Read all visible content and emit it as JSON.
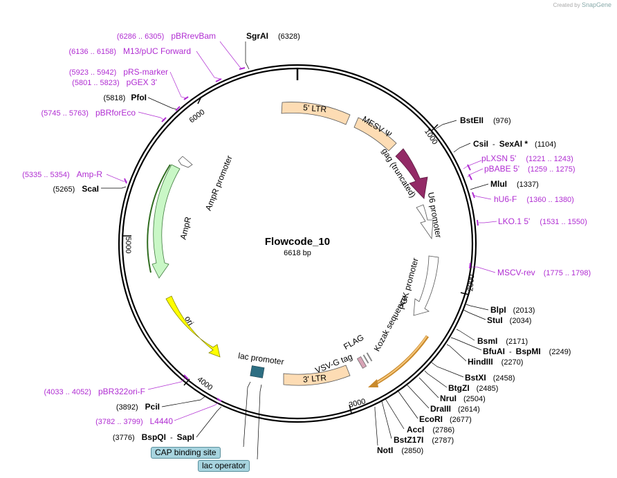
{
  "plasmid": {
    "name": "Flowcode_10",
    "length": "6618 bp"
  },
  "watermark": {
    "created_by": "Created by",
    "brand": "SnapGene"
  },
  "ticks": [
    "1000",
    "2000",
    "3000",
    "4000",
    "5000",
    "6000"
  ],
  "features": {
    "ltr5": "5' LTR",
    "mesv": "MESV Ψ",
    "gag": "gag (truncated)",
    "u6": "U6 promoter",
    "pgk": "PGK promoter",
    "kozak": "Kozak sequence",
    "flag": "FLAG",
    "vsvg": "VSV-G tag",
    "ltr3": "3' LTR",
    "lac_promoter": "lac promoter",
    "ori": "ori",
    "ampr": "AmpR",
    "ampr_promoter": "AmpR promoter"
  },
  "sites": [
    {
      "name": "SgrAI",
      "pos": "(6328)"
    },
    {
      "name": "BstEII",
      "pos": "(976)"
    },
    {
      "name": "CsiI",
      "sep": "-",
      "name2": "SexAI *",
      "pos": "(1104)"
    },
    {
      "name": "MluI",
      "pos": "(1337)"
    },
    {
      "name": "BlpI",
      "pos": "(2013)"
    },
    {
      "name": "StuI",
      "pos": "(2034)"
    },
    {
      "name": "BsmI",
      "pos": "(2171)"
    },
    {
      "name": "BfuAI",
      "sep": "-",
      "name2": "BspMI",
      "pos": "(2249)"
    },
    {
      "name": "HindIII",
      "pos": "(2270)"
    },
    {
      "name": "BstXI",
      "pos": "(2458)"
    },
    {
      "name": "BtgZI",
      "pos": "(2485)"
    },
    {
      "name": "NruI",
      "pos": "(2504)"
    },
    {
      "name": "DraIII",
      "pos": "(2614)"
    },
    {
      "name": "EcoRI",
      "pos": "(2677)"
    },
    {
      "name": "AccI",
      "pos": "(2786)"
    },
    {
      "name": "BstZ17I",
      "pos": "(2787)"
    },
    {
      "name": "NotI",
      "pos": "(2850)"
    },
    {
      "name": "PfoI",
      "pos": "(5818)"
    },
    {
      "name": "ScaI",
      "pos": "(5265)"
    },
    {
      "name": "PciI",
      "pos": "(3892)"
    },
    {
      "name": "BspQI",
      "sep": "-",
      "name2": "SapI",
      "pos": "(3776)"
    }
  ],
  "primers": [
    {
      "name": "pBRrevBam",
      "pos": "(6286 .. 6305)"
    },
    {
      "name": "M13/pUC Forward",
      "pos": "(6136 .. 6158)"
    },
    {
      "name": "pRS-marker",
      "pos": "(5923 .. 5942)"
    },
    {
      "name": "pGEX 3'",
      "pos": "(5801 .. 5823)"
    },
    {
      "name": "pBRforEco",
      "pos": "(5745 .. 5763)"
    },
    {
      "name": "Amp-R",
      "pos": "(5335 .. 5354)"
    },
    {
      "name": "pLXSN 5'",
      "pos": "(1221 .. 1243)"
    },
    {
      "name": "pBABE 5'",
      "pos": "(1259 .. 1275)"
    },
    {
      "name": "hU6-F",
      "pos": "(1360 .. 1380)"
    },
    {
      "name": "LKO.1 5'",
      "pos": "(1531 .. 1550)"
    },
    {
      "name": "MSCV-rev",
      "pos": "(1775 .. 1798)"
    },
    {
      "name": "pBR322ori-F",
      "pos": "(4033 .. 4052)"
    },
    {
      "name": "L4440",
      "pos": "(3782 .. 3799)"
    }
  ],
  "boxes": {
    "cap": "CAP binding site",
    "lacop": "lac operator"
  },
  "colors": {
    "primer": "#b02dd2",
    "ltr": "#fddcb4",
    "mesv": "#fddcb4",
    "gag": "#932a66",
    "promoter": "#ffffff",
    "ampr": "#c9f7c6",
    "ori": "#ffff00",
    "misc_box": "#a7d4df",
    "tag": "#d7a4b6"
  }
}
